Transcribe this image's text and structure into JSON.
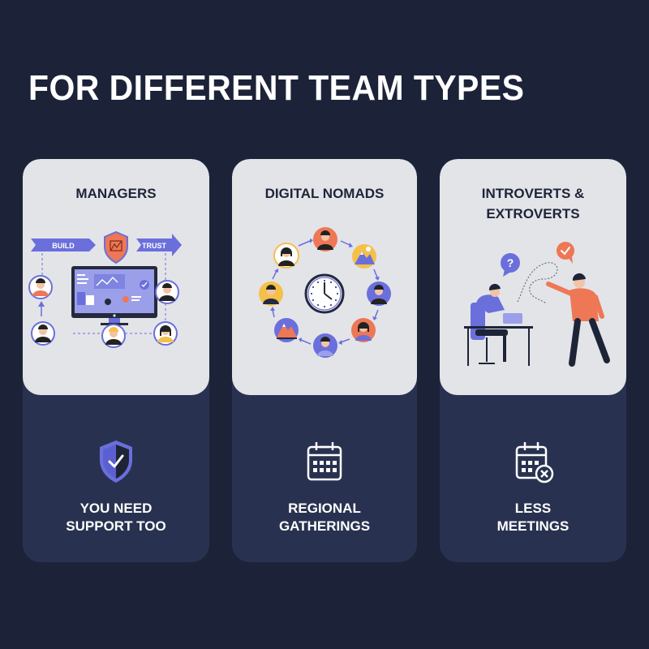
{
  "page": {
    "title": "FOR DIFFERENT TEAM TYPES",
    "colors": {
      "background": "#1c2339",
      "card_bottom": "#283250",
      "card_top": "#e2e4e8",
      "accent_purple": "#6a6fdc",
      "accent_orange": "#ee7755",
      "accent_yellow": "#f5c04a",
      "text_dark": "#1e2438",
      "text_light": "#ffffff"
    }
  },
  "cards": [
    {
      "heading": "MANAGERS",
      "illustration": {
        "name": "manager-team-monitor-illustration",
        "banner_left": "BUILD",
        "banner_right": "TRUST",
        "elements": [
          "shield-chart-icon",
          "monitor-dashboard",
          "avatar-circles"
        ]
      },
      "bottom_icon": "shield-check-icon",
      "label_lines": [
        "YOU NEED",
        "SUPPORT TOO"
      ]
    },
    {
      "heading": "DIGITAL NOMADS",
      "illustration": {
        "name": "nomad-clock-cycle-illustration",
        "elements": [
          "clock-icon",
          "avatar-circles",
          "mountain-icons",
          "cycle-arrows"
        ]
      },
      "bottom_icon": "calendar-icon",
      "label_lines": [
        "REGIONAL",
        "GATHERINGS"
      ]
    },
    {
      "heading_lines": [
        "INTROVERTS &",
        "EXTROVERTS"
      ],
      "illustration": {
        "name": "introvert-extrovert-illustration",
        "elements": [
          "question-bubble-icon",
          "check-bubble-icon",
          "person-at-desk",
          "person-walking"
        ]
      },
      "bottom_icon": "calendar-x-icon",
      "label_lines": [
        "LESS",
        "MEETINGS"
      ]
    }
  ]
}
